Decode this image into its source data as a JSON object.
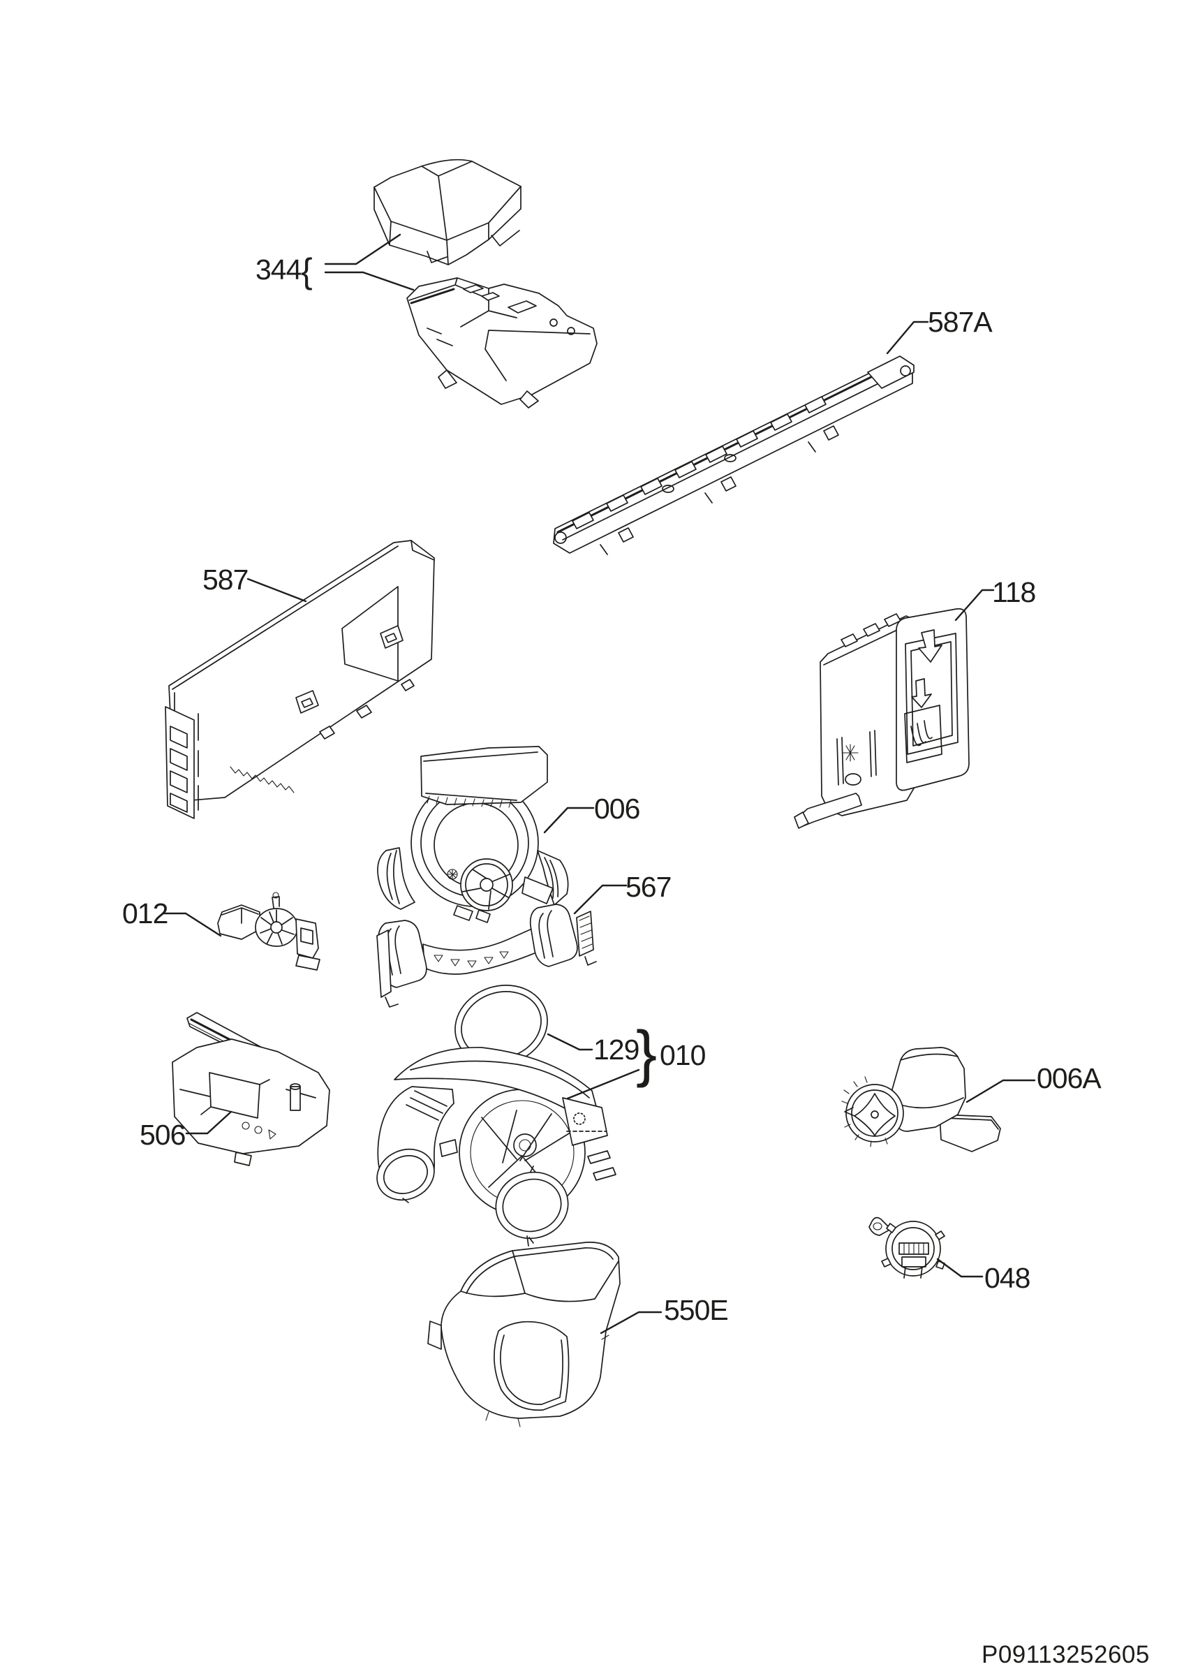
{
  "diagram": {
    "background_color": "#ffffff",
    "line_color": "#1d1d1b"
  },
  "parts": [
    {
      "ref": "344",
      "brace": "{"
    },
    {
      "ref": "587A"
    },
    {
      "ref": "587"
    },
    {
      "ref": "118"
    },
    {
      "ref": "006"
    },
    {
      "ref": "567"
    },
    {
      "ref": "012"
    },
    {
      "ref": "129"
    },
    {
      "ref": "010",
      "brace": "}"
    },
    {
      "ref": "506"
    },
    {
      "ref": "006A"
    },
    {
      "ref": "048"
    },
    {
      "ref": "550E"
    }
  ],
  "footer": {
    "document_code": "P09113252605"
  }
}
